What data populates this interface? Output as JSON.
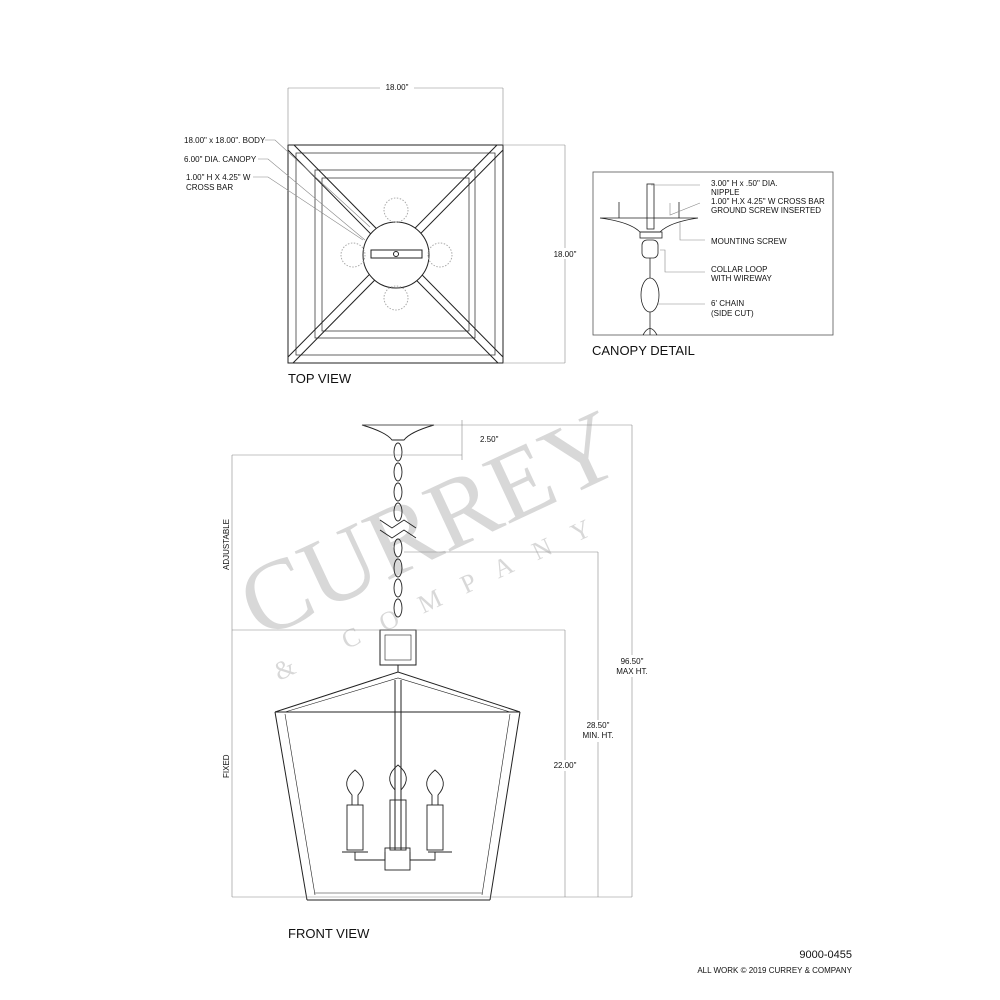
{
  "top_view": {
    "title": "TOP VIEW",
    "width_dim": "18.00\"",
    "height_dim": "18.00\"",
    "callouts": [
      "18.00\" x 18.00\". BODY",
      "6.00\" DIA. CANOPY",
      "1.00\" H X 4.25\" W",
      "CROSS BAR"
    ]
  },
  "canopy_detail": {
    "title": "CANOPY DETAIL",
    "callouts": [
      "3.00\" H x .50\" DIA.",
      "NIPPLE",
      "1.00\" H.X 4.25\" W CROSS BAR",
      "GROUND SCREW INSERTED",
      "MOUNTING SCREW",
      "COLLAR LOOP",
      "WITH WIREWAY",
      "6' CHAIN",
      "(SIDE CUT)"
    ]
  },
  "front_view": {
    "title": "FRONT VIEW",
    "canopy_dim": "2.50\"",
    "adjustable": "ADJUSTABLE",
    "fixed": "FIXED",
    "body_dim": "22.00\"",
    "min_ht": [
      "28.50\"",
      "MIN. HT."
    ],
    "max_ht": [
      "96.50\"",
      "MAX HT."
    ]
  },
  "watermark": {
    "brand": "CURREY",
    "sub": "& COMPANY"
  },
  "footer": {
    "part_number": "9000-0455",
    "copyright": "ALL WORK © 2019 CURREY & COMPANY"
  }
}
